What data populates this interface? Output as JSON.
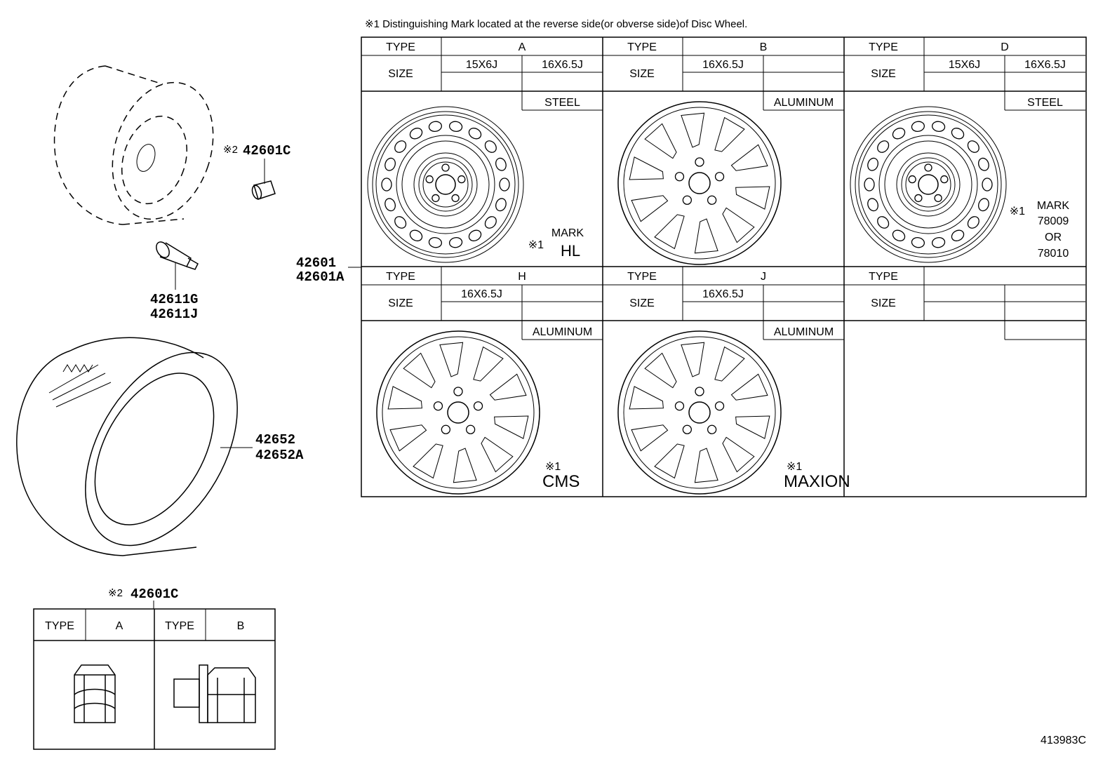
{
  "note": "※1 Distinguishing Mark located at the reverse side(or obverse side)of Disc Wheel.",
  "callouts": {
    "nut_top": "※2 42601C",
    "valve_1": "42611G",
    "valve_2": "42611J",
    "tire_1": "42652",
    "tire_2": "42652A",
    "wheel_1": "42601",
    "wheel_2": "42601A",
    "nut_bottom": "※2 42601C"
  },
  "labels": {
    "type": "TYPE",
    "size": "SIZE"
  },
  "wheels": [
    {
      "type": "A",
      "sizes": [
        "15X6J",
        "16X6.5J"
      ],
      "material": "STEEL",
      "mark_prefix": "※1",
      "mark_label": "MARK",
      "mark": "HL"
    },
    {
      "type": "B",
      "sizes": [
        "16X6.5J",
        ""
      ],
      "material": "ALUMINUM",
      "mark_prefix": "",
      "mark_label": "",
      "mark": ""
    },
    {
      "type": "D",
      "sizes": [
        "15X6J",
        "16X6.5J"
      ],
      "material": "STEEL",
      "mark_prefix": "※1",
      "mark_label": "MARK",
      "mark_lines": [
        "78009",
        "OR",
        "78010"
      ]
    },
    {
      "type": "H",
      "sizes": [
        "16X6.5J",
        ""
      ],
      "material": "ALUMINUM",
      "mark_prefix": "※1",
      "mark": "CMS"
    },
    {
      "type": "J",
      "sizes": [
        "16X6.5J",
        ""
      ],
      "material": "ALUMINUM",
      "mark_prefix": "※1",
      "mark": "MAXION"
    },
    {
      "type": "",
      "sizes": [
        "",
        ""
      ],
      "material": "",
      "mark": ""
    }
  ],
  "nut_table": {
    "type_label": "TYPE",
    "types": [
      "A",
      "B"
    ]
  },
  "ref_code": "413983C"
}
